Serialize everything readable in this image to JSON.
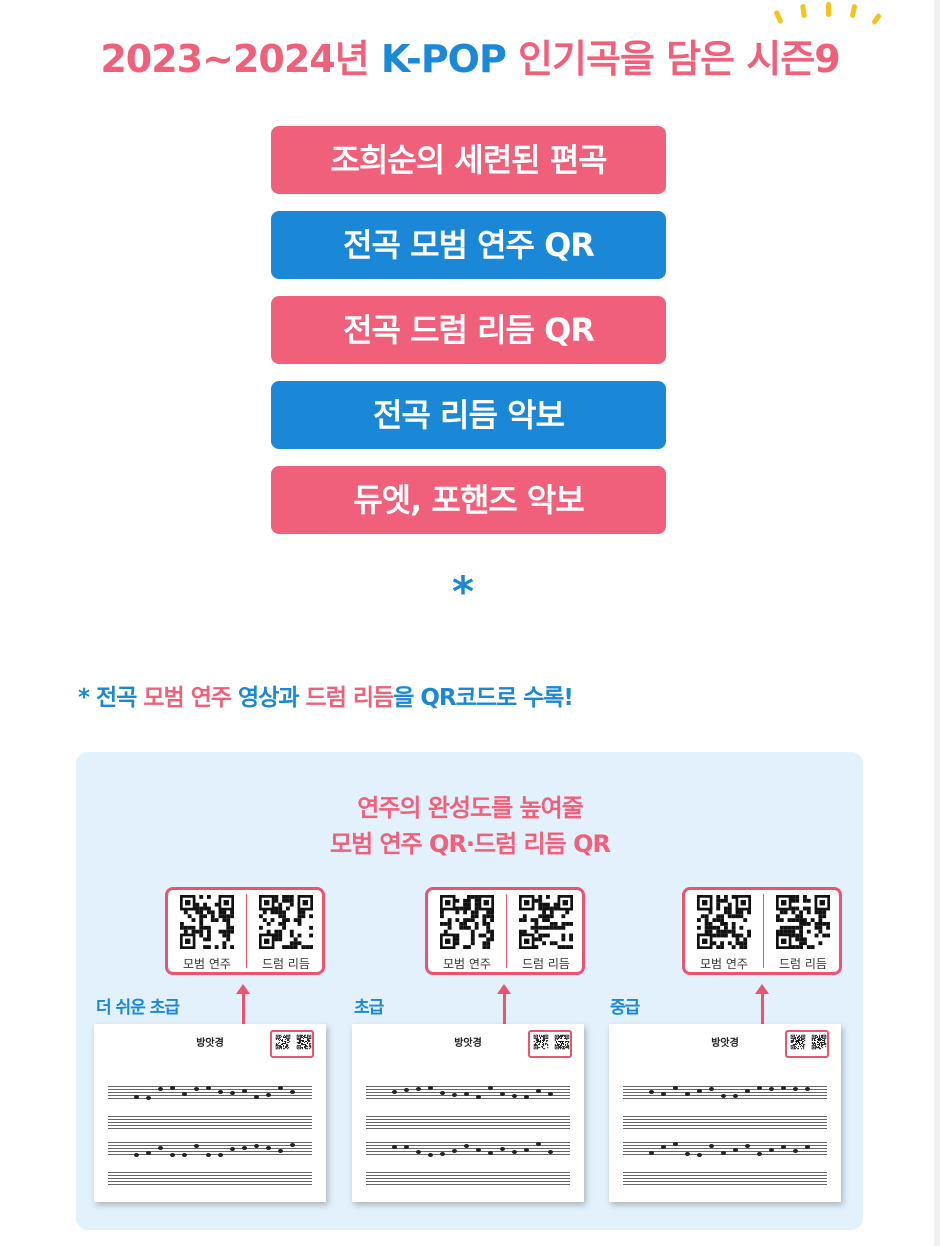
{
  "headline": {
    "part1": "2023~2024년 ",
    "part2": "K-POP",
    "part3": " 인기곡을 담은 ",
    "part4": "시즌9"
  },
  "features": [
    {
      "label": "조희순의 세련된 편곡",
      "color": "pink"
    },
    {
      "label": "전곡 모범 연주 QR",
      "color": "blue"
    },
    {
      "label": "전곡 드럼 리듬 QR",
      "color": "pink"
    },
    {
      "label": "전곡 리듬 악보",
      "color": "blue"
    },
    {
      "label": "듀엣, 포핸즈 악보",
      "color": "pink"
    }
  ],
  "asterisk": "*",
  "note": {
    "star": "* ",
    "t1": "전곡 ",
    "t2": "모범 연주",
    "t3": " 영상과 ",
    "t4": "드럼 리듬",
    "t5": "을 QR코드로 수록!"
  },
  "panel": {
    "title_line1": "연주의 완성도를 높여줄",
    "title_line2": "모범 연주 QR·드럼 리듬 QR"
  },
  "qr_cards": [
    {
      "left_label": "모범 연주",
      "right_label": "드럼 리듬"
    },
    {
      "left_label": "모범 연주",
      "right_label": "드럼 리듬"
    },
    {
      "left_label": "모범 연주",
      "right_label": "드럼 리듬"
    }
  ],
  "levels": [
    {
      "label": "더 쉬운 초급",
      "sheet_title": "방앗경"
    },
    {
      "label": "초급",
      "sheet_title": "방앗경"
    },
    {
      "label": "중급",
      "sheet_title": "방앗경"
    }
  ],
  "colors": {
    "pink": "#f0607a",
    "blue": "#1a88d6",
    "panel": "#e2f1fb",
    "sparkle": "#f7c21b"
  }
}
